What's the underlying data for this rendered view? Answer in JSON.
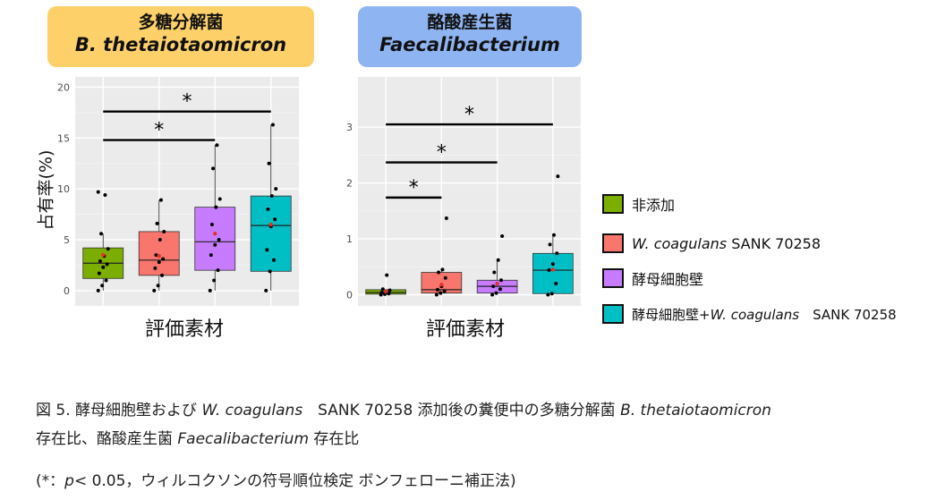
{
  "panels": [
    {
      "title_line1": "多糖分解菌",
      "title_line2": "B.  thetaiotaomicron"
    },
    {
      "title_line1": "酪酸産生菌",
      "title_line2": "Faecalibacterium"
    }
  ],
  "legend": {
    "items": [
      {
        "label": "非添加",
        "color": "#7cae00"
      },
      {
        "label_italic": "W. coagulans",
        "label_rest": " SANK 70258",
        "color": "#f8766d"
      },
      {
        "label": "酵母細胞壁",
        "color": "#c77cff"
      },
      {
        "label": "酵母細胞壁+",
        "label_italic": "W. coagulans",
        "label_rest": "　SANK 70258",
        "color": "#00bfc4"
      }
    ]
  },
  "caption": {
    "line1_a": "図 5. 酵母細胞壁および ",
    "line1_b": "W. coagulans",
    "line1_c": "　SANK 70258 添加後の糞便中の多糖分解菌 ",
    "line1_d": "B. thetaiotaomicron",
    "line2_a": "存在比、酪酸産生菌 ",
    "line2_b": "Faecalibacterium",
    "line2_c": " 存在比",
    "line3_a": "(*：",
    "line3_b": "p",
    "line3_c": "< 0.05，ウィルコクソンの符号順位検定  ボンフェローニ補正法)"
  },
  "chart_data": [
    {
      "type": "box",
      "title": "",
      "xlabel": "評価素材",
      "ylabel": "占有率(%)",
      "ylim": [
        -1.5,
        21
      ],
      "yticks": [
        "0",
        "5",
        "10",
        "15",
        "20"
      ],
      "yticks_values": [
        0,
        5,
        10,
        15,
        20
      ],
      "grid": true,
      "series": [
        {
          "group": "非添加",
          "color": "#7cae00",
          "min": 0,
          "q1": 1.2,
          "median": 2.7,
          "q3": 4.2,
          "max": 5.6,
          "outliers": [
            9.4,
            9.7
          ],
          "mean": 3.5,
          "points": [
            0,
            0.5,
            1.0,
            1.7,
            2.3,
            2.6,
            2.9,
            3.4,
            4.1,
            5.6,
            9.4,
            9.7
          ]
        },
        {
          "group": "W. coagulans SANK 70258",
          "color": "#f8766d",
          "min": 0,
          "q1": 1.5,
          "median": 3.0,
          "q3": 5.8,
          "max": 8.9,
          "outliers": [],
          "mean": 3.4,
          "points": [
            0,
            0.5,
            1.5,
            2.2,
            2.8,
            3.1,
            3.5,
            5.0,
            5.8,
            6.6,
            8.9
          ]
        },
        {
          "group": "酵母細胞壁",
          "color": "#c77cff",
          "min": 0,
          "q1": 2.0,
          "median": 4.8,
          "q3": 8.2,
          "max": 14.3,
          "outliers": [],
          "mean": 5.6,
          "points": [
            0,
            1.0,
            2.0,
            3.5,
            4.5,
            5.0,
            6.5,
            8.2,
            9.0,
            12.0,
            14.3
          ]
        },
        {
          "group": "酵母細胞壁+W. coagulans SANK 70258",
          "color": "#00bfc4",
          "min": 0,
          "q1": 1.9,
          "median": 6.4,
          "q3": 9.3,
          "max": 16.3,
          "outliers": [],
          "mean": 6.5,
          "points": [
            0,
            1.9,
            3.0,
            4.0,
            6.3,
            7.0,
            8.0,
            9.3,
            10.0,
            12.5,
            16.3
          ]
        }
      ],
      "significance": [
        {
          "from": 0,
          "to": 3,
          "y": 17.6,
          "label": "*"
        },
        {
          "from": 0,
          "to": 2,
          "y": 14.8,
          "label": "*"
        }
      ]
    },
    {
      "type": "box",
      "title": "",
      "xlabel": "評価素材",
      "ylabel": "",
      "ylim": [
        -0.2,
        3.9
      ],
      "yticks": [
        "0",
        "1",
        "2",
        "3"
      ],
      "yticks_values": [
        0,
        1,
        2,
        3
      ],
      "grid": true,
      "series": [
        {
          "group": "非添加",
          "color": "#7cae00",
          "min": 0,
          "q1": 0.01,
          "median": 0.04,
          "q3": 0.09,
          "max": 0.1,
          "outliers": [
            0.35
          ],
          "mean": 0.06,
          "points": [
            0,
            0.01,
            0.02,
            0.04,
            0.05,
            0.08,
            0.1,
            0.35
          ]
        },
        {
          "group": "W. coagulans SANK 70258",
          "color": "#f8766d",
          "min": 0,
          "q1": 0.03,
          "median": 0.09,
          "q3": 0.4,
          "max": 0.45,
          "outliers": [
            1.37
          ],
          "mean": 0.18,
          "points": [
            0,
            0.03,
            0.06,
            0.09,
            0.15,
            0.3,
            0.4,
            0.45,
            1.37
          ]
        },
        {
          "group": "酵母細胞壁",
          "color": "#c77cff",
          "min": 0,
          "q1": 0.03,
          "median": 0.15,
          "q3": 0.26,
          "max": 0.62,
          "outliers": [
            1.05
          ],
          "mean": 0.2,
          "points": [
            0,
            0.03,
            0.1,
            0.15,
            0.2,
            0.26,
            0.4,
            0.62,
            1.05
          ]
        },
        {
          "group": "酵母細胞壁+W. coagulans SANK 70258",
          "color": "#00bfc4",
          "min": 0,
          "q1": 0.02,
          "median": 0.44,
          "q3": 0.74,
          "max": 1.07,
          "outliers": [
            2.12
          ],
          "mean": 0.45,
          "points": [
            0,
            0.02,
            0.2,
            0.44,
            0.55,
            0.74,
            0.9,
            1.07,
            2.12
          ]
        }
      ],
      "significance": [
        {
          "from": 0,
          "to": 3,
          "y": 3.05,
          "label": "*"
        },
        {
          "from": 0,
          "to": 2,
          "y": 2.37,
          "label": "*"
        },
        {
          "from": 0,
          "to": 1,
          "y": 1.74,
          "label": "*"
        }
      ]
    }
  ]
}
